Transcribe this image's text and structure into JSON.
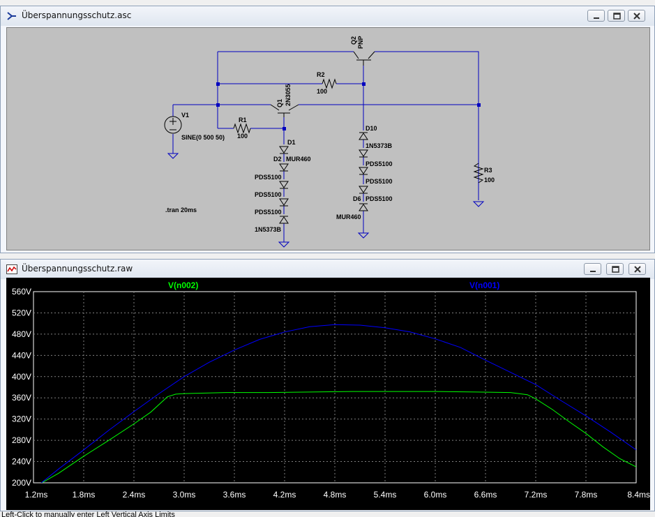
{
  "schematic_window": {
    "title": "Überspannungsschutz.asc",
    "components": {
      "q2_name": "Q2",
      "q2_model": "PNP",
      "r2_name": "R2",
      "r2_value": "100",
      "q1_name": "Q1",
      "q1_model": "2N3055",
      "v1_name": "V1",
      "v1_value": "SINE(0 500 50)",
      "r1_name": "R1",
      "r1_value": "100",
      "d1_name": "D1",
      "d2_name": "D2",
      "d2_model": "MUR460",
      "d3_model": "PDS5100",
      "d4_model": "PDS5100",
      "d5_model": "PDS5100",
      "d_bottom_model": "1N5373B",
      "d10_name": "D10",
      "d10_model": "1N5373B",
      "d7_model": "PDS5100",
      "d8_model": "PDS5100",
      "d6_name": "D6",
      "d6_model": "PDS5100",
      "mur_right_model": "MUR460",
      "r3_name": "R3",
      "r3_value": "100",
      "directive": ".tran 20ms"
    }
  },
  "plot_window": {
    "title": "Überspannungsschutz.raw",
    "legend": {
      "trace1": "V(n002)",
      "trace2": "V(n001)"
    },
    "colors": {
      "trace1": "#00ff00",
      "trace2": "#0000ff",
      "background": "#000000",
      "grid": "#808080",
      "wire": "#0000c0"
    }
  },
  "chart_data": {
    "type": "line",
    "x_unit": "ms",
    "y_unit": "V",
    "xlim": [
      1.2,
      8.4
    ],
    "ylim": [
      200,
      560
    ],
    "x_ticks": [
      "1.2ms",
      "1.8ms",
      "2.4ms",
      "3.0ms",
      "3.6ms",
      "4.2ms",
      "4.8ms",
      "5.4ms",
      "6.0ms",
      "6.6ms",
      "7.2ms",
      "7.8ms",
      "8.4ms"
    ],
    "y_ticks": [
      "200V",
      "240V",
      "280V",
      "320V",
      "360V",
      "400V",
      "440V",
      "480V",
      "520V",
      "560V"
    ],
    "grid": true,
    "series": [
      {
        "name": "V(n002)",
        "color": "#00ff00",
        "x": [
          1.3,
          1.5,
          1.8,
          2.1,
          2.4,
          2.6,
          2.8,
          2.9,
          3.0,
          3.5,
          4.0,
          5.0,
          6.0,
          6.5,
          6.9,
          7.1,
          7.2,
          7.4,
          7.6,
          7.8,
          8.0,
          8.2,
          8.4
        ],
        "y": [
          200,
          218,
          250,
          280,
          311,
          333,
          362,
          367,
          368,
          370,
          370,
          372,
          372,
          371,
          370,
          366,
          358,
          338,
          315,
          293,
          268,
          246,
          230
        ]
      },
      {
        "name": "V(n001)",
        "color": "#0000ff",
        "x": [
          1.2,
          1.5,
          1.8,
          2.1,
          2.4,
          2.7,
          3.0,
          3.3,
          3.6,
          3.9,
          4.2,
          4.5,
          4.8,
          5.1,
          5.4,
          5.7,
          6.0,
          6.3,
          6.6,
          6.9,
          7.2,
          7.5,
          7.8,
          8.1,
          8.4
        ],
        "y": [
          188,
          226,
          262,
          299,
          334,
          368,
          400,
          427,
          450,
          470,
          484,
          494,
          498,
          497,
          492,
          484,
          471,
          455,
          431,
          408,
          385,
          355,
          326,
          295,
          262
        ]
      }
    ]
  },
  "status_bar": {
    "text": "Left-Click to manually enter Left Vertical Axis Limits"
  }
}
